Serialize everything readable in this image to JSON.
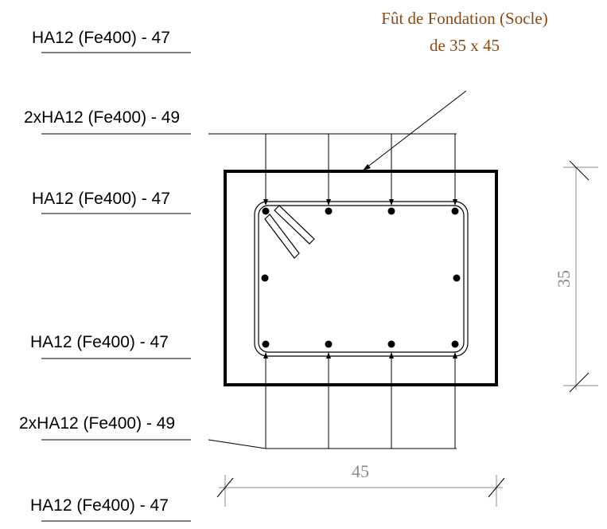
{
  "title": {
    "line1": "Fût de Fondation (Socle)",
    "line2": "de 35 x 45",
    "color": "#8b4a14"
  },
  "labels": {
    "top_single": "HA12 (Fe400) - 47",
    "top_double": "2xHA12 (Fe400) - 49",
    "mid_top": "HA12 (Fe400) - 47",
    "mid_bottom": "HA12 (Fe400) - 47",
    "bottom_double": "2xHA12 (Fe400) - 49",
    "bottom_single": "HA12 (Fe400) - 47"
  },
  "dimensions": {
    "height": "35",
    "width": "45",
    "color": "#8a8a8a"
  },
  "section": {
    "width_cm": 45,
    "height_cm": 35,
    "bar": "HA12",
    "steel": "Fe400"
  }
}
